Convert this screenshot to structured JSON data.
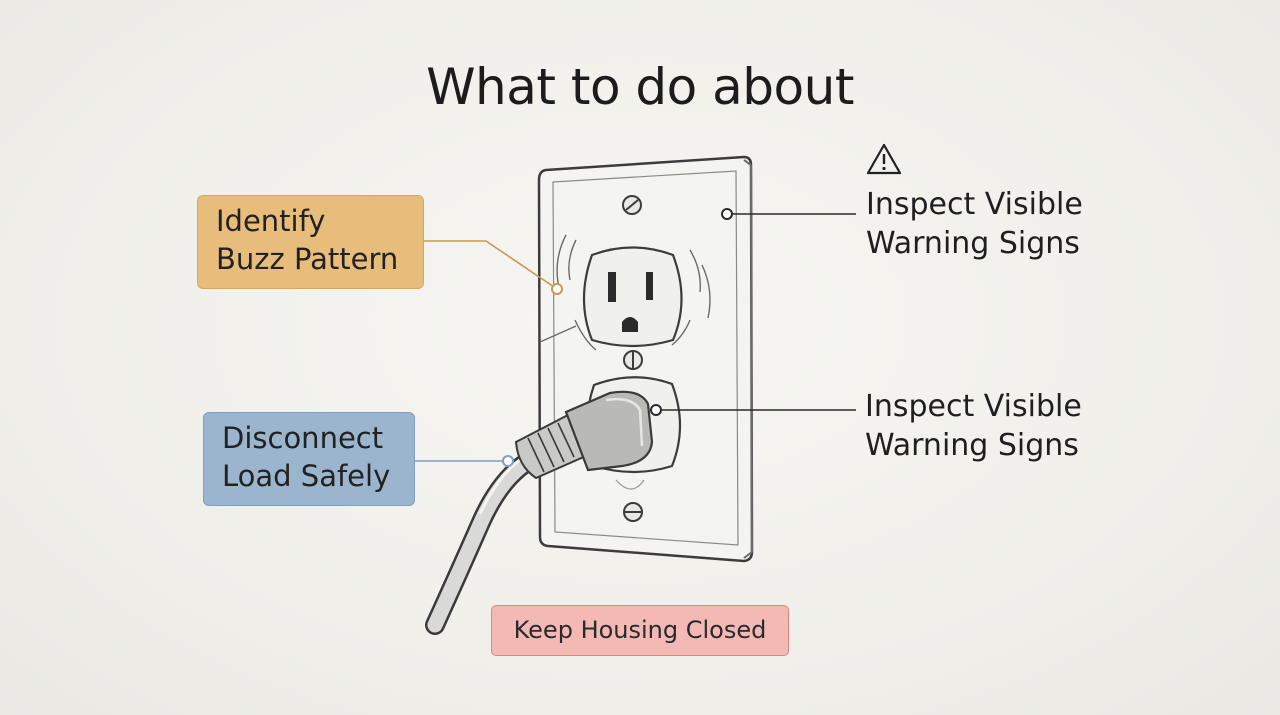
{
  "title": "What to do about",
  "callouts": {
    "buzz": {
      "line1": "Identify",
      "line2": "Buzz Pattern",
      "color": "#e8bd7c"
    },
    "load": {
      "line1": "Disconnect",
      "line2": "Load Safely",
      "color": "#9ab5cd"
    },
    "top_right": {
      "line1": "Inspect Visible",
      "line2": "Warning Signs",
      "icon": "warning-triangle-icon"
    },
    "mid_right": {
      "line1": "Inspect Visible",
      "line2": "Warning Signs"
    },
    "bottom": {
      "label": "Keep Housing Closed",
      "color": "#f4b8b5"
    }
  }
}
